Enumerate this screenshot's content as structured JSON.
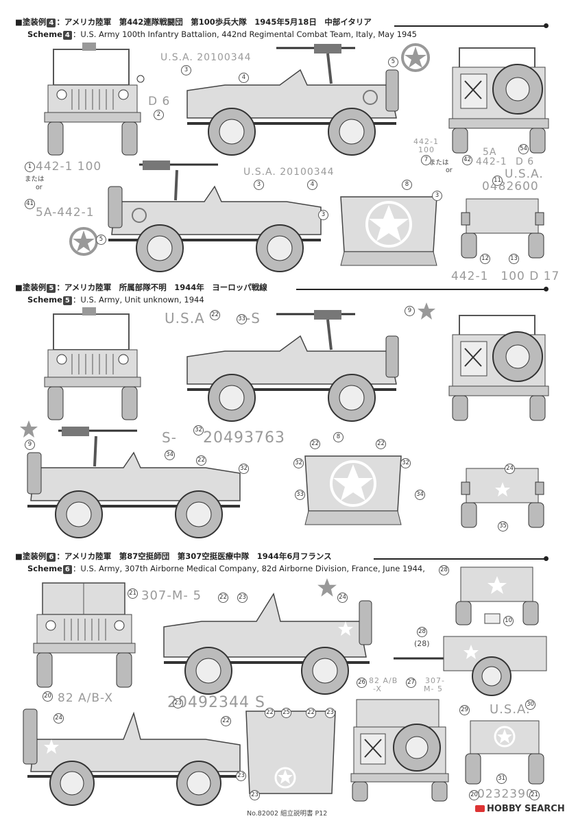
{
  "scheme4": {
    "label_jp": "塗装例",
    "number": "4",
    "title_jp": "：アメリカ陸軍　第442連隊戦闘団　第100歩兵大隊　1945年5月18日　中部イタリア",
    "label_en": "Scheme",
    "title_en": "：U.S. Army 100th Infantry Battalion, 442nd Regimental Combat Team, Italy, May 1945",
    "stencils": {
      "usa_serial_top": "U.S.A.  20100344",
      "d6_front": "D 6",
      "front_plate": "442-1 100",
      "or_jp_left": "または",
      "or_en_left": "or",
      "alt_plate": "5A-442-1",
      "usa_serial_lower": "U.S.A.  20100344",
      "rear_a": "442-1",
      "rear_b": "100",
      "or_jp_rear": "または",
      "or_en_rear": "or",
      "rear_c": "5A",
      "rear_d": "442-1",
      "rear_d6": "D 6",
      "trailer_usa": "U.S.A.",
      "trailer_serial": "0482600",
      "trailer_plate": "442-1　100 D 17"
    },
    "callouts": [
      "1",
      "2",
      "3",
      "4",
      "5",
      "7",
      "42",
      "54",
      "11",
      "8",
      "12",
      "13",
      "41"
    ]
  },
  "scheme5": {
    "label_jp": "塗装例",
    "number": "5",
    "title_jp": "：アメリカ陸軍　所属部隊不明　1944年　ヨーロッパ戦線",
    "label_en": "Scheme",
    "title_en": "：U.S. Army, Unit unknown, 1944",
    "stencils": {
      "usa": "U.S.A",
      "s_mark": "-S",
      "serial_prefix": "S-",
      "serial": "20493763"
    },
    "callouts": [
      "22",
      "33",
      "9",
      "32",
      "34",
      "8",
      "24",
      "35"
    ]
  },
  "scheme6": {
    "label_jp": "塗装例",
    "number": "6",
    "title_jp": "：アメリカ陸軍　第87空挺師団　第307空挺医療中隊　1944年6月フランス",
    "label_en": "Scheme",
    "title_en": "：U.S. Army, 307th Airborne Medical Company, 82d Airborne Division,  France,  June 1944,",
    "stencils": {
      "unit_code": "307-M- 5",
      "front_bumper": "82 A/B-X",
      "serial": "20492344 S",
      "rear_a": "82 A/B",
      "rear_b": "-X",
      "rear_c": "307-",
      "rear_d": "M- 5",
      "trailer_usa": "U.S.A.",
      "trailer_serial": "0232390",
      "paren_28": "(28)"
    },
    "callouts": [
      "21",
      "22",
      "23",
      "24",
      "20",
      "28",
      "10",
      "25",
      "26",
      "27",
      "29",
      "30",
      "31"
    ]
  },
  "footer": {
    "text": "No.82002 組立説明書 P12",
    "logo": "HOBBY SEARCH"
  }
}
